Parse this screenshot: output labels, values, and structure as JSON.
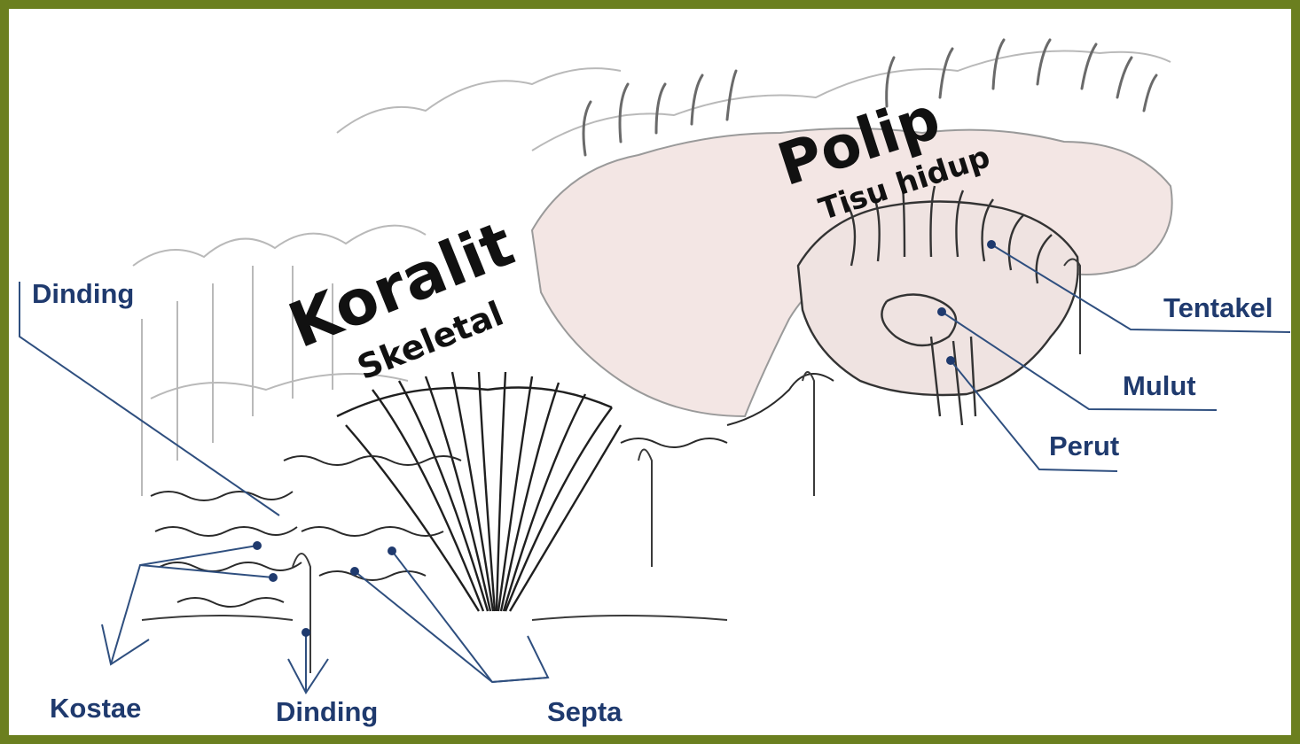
{
  "titles": {
    "koralit": "Koralit",
    "skeletal": "Skeletal",
    "polip": "Polip",
    "tisu_hidup": "Tisu hidup"
  },
  "labels": {
    "dinding_top": "Dinding",
    "tentakel": "Tentakel",
    "mulut": "Mulut",
    "perut": "Perut",
    "kostae": "Kostae",
    "dinding_bottom": "Dinding",
    "septa": "Septa"
  },
  "colors": {
    "border": "#6b7f1f",
    "label_text": "#1f3a6e",
    "leader_line": "#2f4f7f",
    "polyp_tissue": "#f3e6e4"
  }
}
